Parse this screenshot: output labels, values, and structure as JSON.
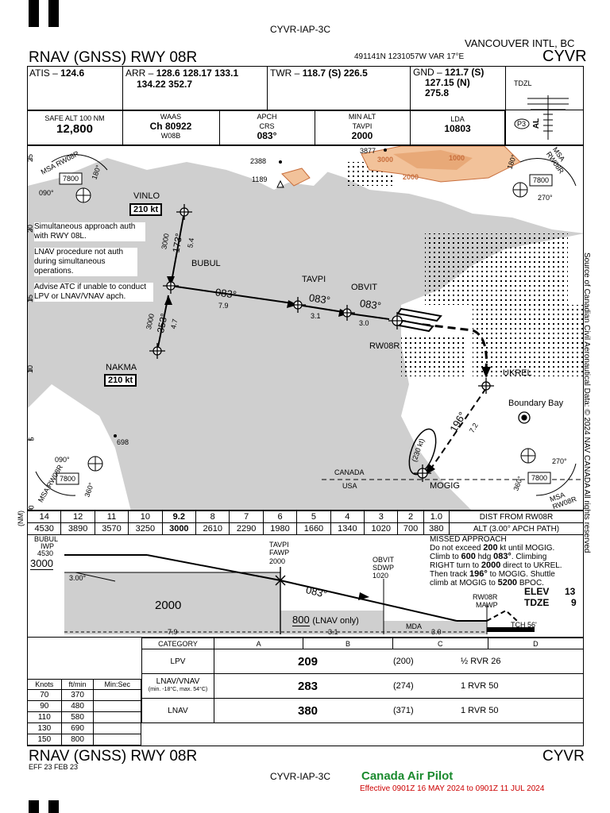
{
  "header": {
    "chart_id": "CYVR-IAP-3C",
    "procedure": "RNAV (GNSS) RWY 08R",
    "airport_name": "VANCOUVER INTL, BC",
    "coords": "491141N  1231057W  VAR 17°E",
    "icao": "CYVR"
  },
  "comms": {
    "atis_label": "ATIS –",
    "atis_freq": "124.6",
    "arr_label": "ARR –",
    "arr_freqs_1": "128.6  128.17  133.1",
    "arr_freqs_2": "134.22  352.7",
    "twr_label": "TWR –",
    "twr_freqs": "118.7 (S)  226.5",
    "gnd_label": "GND –",
    "gnd_freq_1": "121.7 (S)",
    "gnd_freq_2": "127.15 (N)",
    "gnd_freq_3": "275.8",
    "tdzl": "TDZL",
    "al": "AL",
    "p3": "P3"
  },
  "briefing": {
    "safe_alt_label": "SAFE ALT 100 NM",
    "safe_alt": "12,800",
    "waas_label": "WAAS",
    "waas_ch": "Ch 80922",
    "waas_id": "W08B",
    "apch_crs_label_1": "APCH",
    "apch_crs_label_2": "CRS",
    "apch_crs": "083°",
    "min_alt_label_1": "MIN ALT",
    "min_alt_label_2": "TAVPI",
    "min_alt": "2000",
    "lda_label": "LDA",
    "lda": "10803"
  },
  "plan": {
    "notes": {
      "n1": "Simultaneous approach auth with RWY 08L.",
      "n2": "LNAV procedure not auth during simultaneous operations.",
      "n3": "Advise ATC if unable to conduct LPV or LNAV/VNAV apch."
    },
    "fixes": {
      "vinlo": "VINLO",
      "vinlo_speed": "210 kt",
      "bubul": "BUBUL",
      "nakma": "NAKMA",
      "nakma_speed": "210 kt",
      "tavpi": "TAVPI",
      "obvit": "OBVIT",
      "rw08r": "RW08R",
      "ukrel": "UKREL",
      "mogig": "MOGIG",
      "boundary_bay": "Boundary Bay"
    },
    "legs": {
      "vinlo_alt": "3000",
      "vinlo_crs": "173°",
      "vinlo_dist": "5.4",
      "nakma_alt": "3000",
      "nakma_crs": "353°",
      "nakma_dist": "4.7",
      "bubul_crs": "083°",
      "bubul_dist": "7.9",
      "tavpi_crs": "083°",
      "tavpi_dist": "3.1",
      "obvit_crs": "083°",
      "obvit_dist": "3.0",
      "ukrel_crs": "196°",
      "ukrel_dist": "7.2",
      "hold_speed": "(230 kt)"
    },
    "elevations": {
      "e3877": "3877",
      "e2388": "2388",
      "e1189": "1189",
      "e698": "698",
      "c3000": "3000",
      "c2000": "2000",
      "c1000": "1000"
    },
    "border": {
      "canada": "CANADA",
      "usa": "USA"
    },
    "msa": {
      "label": "MSA RW08R",
      "alt": "7800",
      "b180": "180°",
      "b090": "090°",
      "b270": "270°",
      "b360": "360°"
    },
    "scale_nm": "(NM)",
    "scale_ticks": [
      "25",
      "20",
      "15",
      "10",
      "5",
      "0"
    ],
    "source": "Source of Canadian Civil Aeronautical Data: © 2024 NAV CANADA All rights reserved"
  },
  "profile_table": {
    "distances": [
      "14",
      "12",
      "11",
      "10",
      "9.2",
      "8",
      "7",
      "6",
      "5",
      "4",
      "3",
      "2",
      "1.0"
    ],
    "altitudes": [
      "4530",
      "3890",
      "3570",
      "3250",
      "3000",
      "2610",
      "2290",
      "1980",
      "1660",
      "1340",
      "1020",
      "700",
      "380"
    ],
    "dist_label": "DIST FROM RW08R",
    "alt_label": "ALT (3.00° APCH PATH)"
  },
  "profile": {
    "bubul": "BUBUL",
    "iwp": "IWP",
    "bubul_alt": "4530",
    "iaf_alt": "3000",
    "gs_angle": "3.00°",
    "tavpi": "TAVPI",
    "fawp": "FAWP",
    "tavpi_alt": "2000",
    "obvit": "OBVIT",
    "sdwp": "SDWP",
    "obvit_alt": "1020",
    "crs": "083°",
    "alt_2000": "2000",
    "lnav_alt": "800",
    "lnav_only": "(LNAV only)",
    "mda": "MDA",
    "rw08r": "RW08R",
    "mawp": "MAWP",
    "tch": "TCH 56'",
    "d1": "7.9",
    "d2": "3.1",
    "d3": "3.0",
    "elev_label": "ELEV",
    "elev": "13",
    "tdze_label": "TDZE",
    "tdze": "9",
    "missed_title": "MISSED APPROACH",
    "missed_1": "Do not exceed",
    "missed_1b": "200",
    "missed_1c": "kt until MOGIG.",
    "missed_2": "Climb to",
    "missed_2b": "600",
    "missed_2c": "hdg",
    "missed_2d": "083°",
    "missed_2e": ". Climbing",
    "missed_3": "RIGHT turn to",
    "missed_3b": "2000",
    "missed_3c": "direct to UKREL.",
    "missed_4": "Then track",
    "missed_4b": "196°",
    "missed_4c": "to MOGIG. Shuttle",
    "missed_5": "climb at MOGIG to",
    "missed_5b": "5200",
    "missed_5c": "BPOC."
  },
  "rate_table": {
    "headers": [
      "Knots",
      "ft/min",
      "Min:Sec"
    ],
    "rows": [
      [
        "70",
        "370",
        ""
      ],
      [
        "90",
        "480",
        ""
      ],
      [
        "110",
        "580",
        ""
      ],
      [
        "130",
        "690",
        ""
      ],
      [
        "150",
        "800",
        ""
      ]
    ]
  },
  "minima": {
    "category_label": "CATEGORY",
    "cats": [
      "A",
      "B",
      "C",
      "D"
    ],
    "lpv_label": "LPV",
    "lpv_da": "209",
    "lpv_hat": "(200)",
    "lpv_vis": "½ RVR 26",
    "lnavvnav_label": "LNAV/VNAV",
    "lnavvnav_note": "(min. -18°C, max. 54°C)",
    "lnavvnav_da": "283",
    "lnavvnav_hat": "(274)",
    "lnavvnav_vis": "1 RVR 50",
    "lnav_label": "LNAV",
    "lnav_mda": "380",
    "lnav_hat": "(371)",
    "lnav_vis": "1 RVR 50"
  },
  "footer": {
    "procedure": "RNAV (GNSS) RWY 08R",
    "icao": "CYVR",
    "eff": "EFF 23 FEB 23",
    "chart_id": "CYVR-IAP-3C",
    "brand": "Canada Air Pilot",
    "effective": "Effective 0901Z 16 MAY 2024 to 0901Z 11 JUL 2024"
  }
}
